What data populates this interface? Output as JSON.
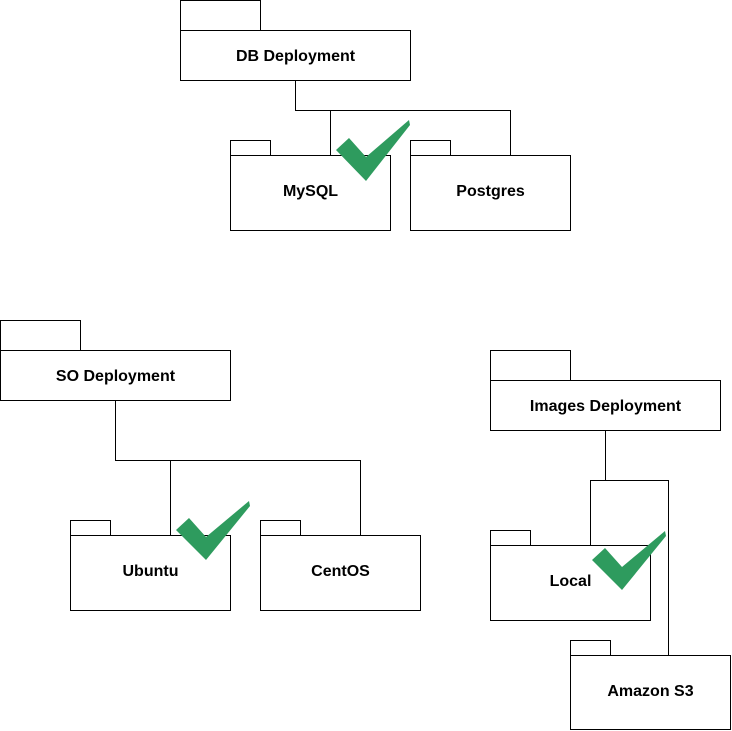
{
  "colors": {
    "line": "#000000",
    "fill": "#ffffff",
    "check": "#2e9b5e"
  },
  "packages": {
    "db_deployment": "DB Deployment",
    "mysql": "MySQL",
    "postgres": "Postgres",
    "so_deployment": "SO Deployment",
    "ubuntu": "Ubuntu",
    "centos": "CentOS",
    "images_deployment": "Images Deployment",
    "local": "Local",
    "amazon_s3": "Amazon S3"
  },
  "selected": [
    "mysql",
    "ubuntu",
    "local"
  ],
  "check_icon": "check-icon"
}
